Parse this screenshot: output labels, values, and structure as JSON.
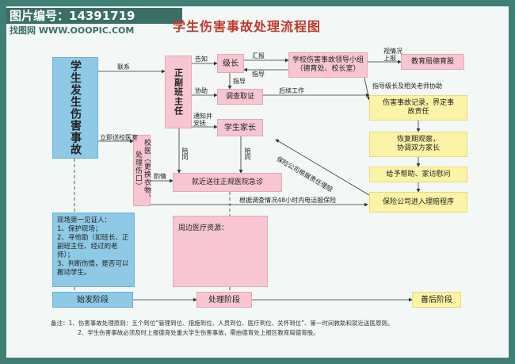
{
  "watermark": {
    "line1": "图片编号：14391719",
    "line2": "找图网 WWW.OOOPIC.COM"
  },
  "title": "学生伤害事故处理流程图",
  "boxes": {
    "incident": "学生发生伤害事故",
    "teacher": "正副班主任",
    "leader": "级长",
    "school_group": "学校伤害事故领导小组（德育处、校长室）",
    "bureau": "教育局德育股",
    "investigate": "调查取证",
    "parents": "学生家长",
    "clinic": "校医（更换衣物、处理伤口）",
    "hospital": "就近送往正规医院急诊",
    "witness_title": "现场第一见证人：",
    "witness_items": [
      "1、保护现场；",
      "2、寻他助（如班长、正副班主任、经过的老师）；",
      "3、判断伤情，是否可以搬动学生。"
    ],
    "nearby": "周边医疗资源：",
    "record": "伤害事故记录，界定事故责任",
    "recovery": "恢复期观察，协调双方家长",
    "help": "给予帮助、家访慰问",
    "insurance": "保险公司进入理赔程序"
  },
  "labels": {
    "contact": "联系",
    "notify": "告知",
    "report": "汇报",
    "guide": "指导",
    "guide2": "指导",
    "depending": "视情况上报",
    "assist": "协助",
    "followup": "后续工作",
    "inform": "通知并安抚",
    "accompany1": "陪同",
    "accompany2": "陪同",
    "to_clinic": "立即送校医室",
    "discretion": "酌情",
    "direct_assist": "指导级长及相关老师协助",
    "ins_claim": "保险公司根据责任理赔",
    "ins_report": "根据调查情况48小时内电话报保险"
  },
  "phases": [
    "始发阶段",
    "处理阶段",
    "善后阶段"
  ],
  "notes": [
    "备注：1、伤害事故处理原则：五个到位“管理到位、措施到位、人员到位、医疗到位、关怀到位”、第一时间救助和就近送医原则。",
    "2、学生伤害事故必须及时上报德育处重大学生伤害事故，需由德育处上报区教育局德育股。"
  ],
  "colors": {
    "frame": "#3f7f75",
    "pink": "#f7c6d2",
    "blue": "#8ec9e6",
    "yellow": "#fbf3a6",
    "title": "#c0392b"
  }
}
